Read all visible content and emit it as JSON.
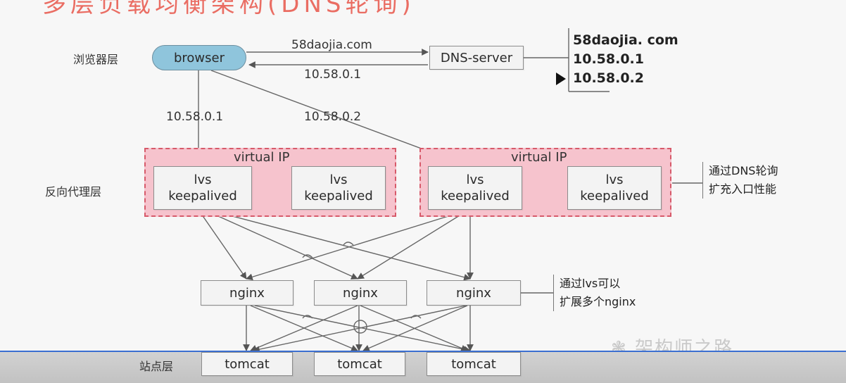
{
  "title_fragment": "多层负载均衡架构(DNS轮询)",
  "layers": {
    "browser_layer": "浏览器层",
    "proxy_layer": "反向代理层",
    "site_layer": "站点层"
  },
  "browser": "browser",
  "dns_server": "DNS-server",
  "dns_request_label": "58daojia.com",
  "dns_response_label": "10.58.0.1",
  "route_labels": [
    "10.58.0.1",
    "10.58.0.2"
  ],
  "dns_records": [
    "58daojia. com",
    "10.58.0.1",
    "10.58.0.2"
  ],
  "virtual_ip_label": "virtual  IP",
  "lvs_lines": [
    "lvs",
    "keepalived"
  ],
  "nginx": [
    "nginx",
    "nginx",
    "nginx"
  ],
  "tomcat": [
    "tomcat",
    "tomcat",
    "tomcat"
  ],
  "notes": {
    "dns_note": [
      "通过DNS轮询",
      "扩充入口性能"
    ],
    "lvs_note": [
      "通过lvs可以",
      "扩展多个nginx"
    ]
  },
  "watermark": "架构师之路",
  "colors": {
    "browser_fill": "#8fc5dc",
    "vip_fill": "#f6c3cd",
    "vip_border": "#d75a6a",
    "title": "#e8564a"
  }
}
